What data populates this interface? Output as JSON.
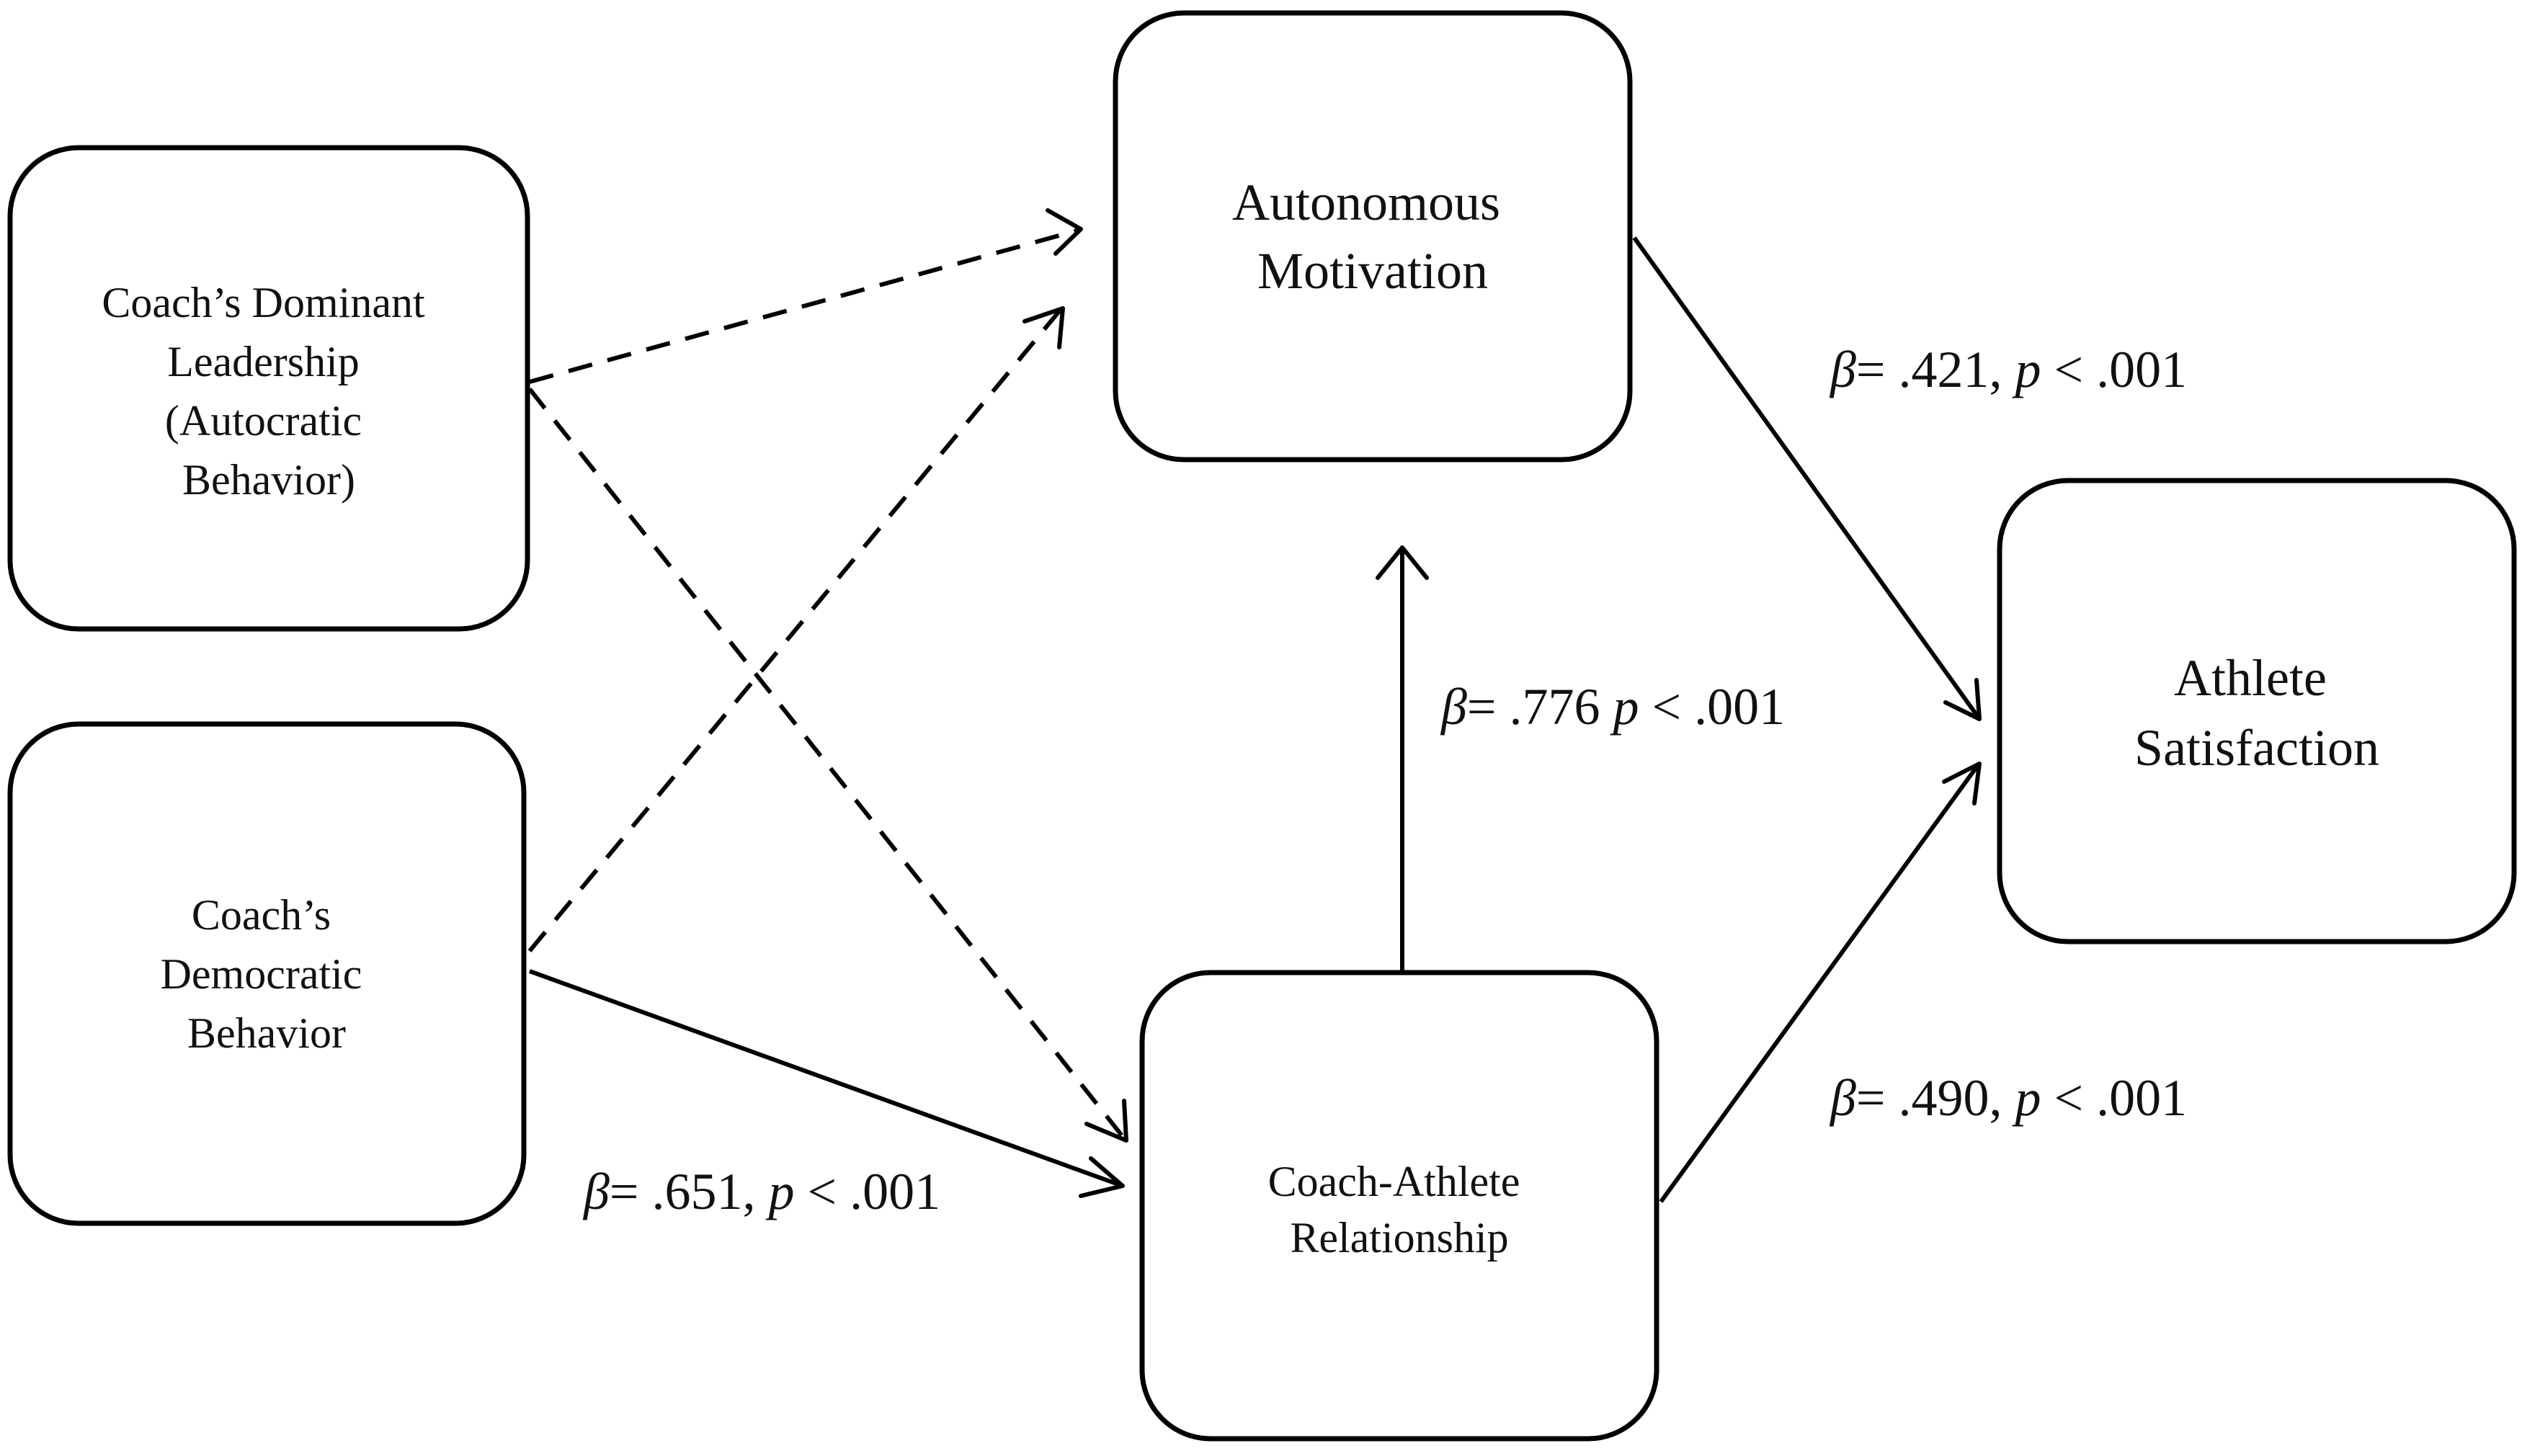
{
  "nodes": {
    "dominant": {
      "lines": [
        "Coach’s Dominant",
        "Leadership",
        "(Autocratic",
        "Behavior)"
      ]
    },
    "democratic": {
      "lines": [
        "Coach’s",
        "Democratic",
        "Behavior"
      ]
    },
    "autonomous": {
      "lines": [
        "Autonomous",
        "Motivation"
      ]
    },
    "relationship": {
      "lines": [
        "Coach-Athlete",
        "Relationship"
      ]
    },
    "satisfaction": {
      "lines": [
        "Athlete",
        "Satisfaction"
      ]
    }
  },
  "paths": {
    "democratic_to_relationship": {
      "beta": "β",
      "mid": "= .651, ",
      "p": "p",
      "tail": " < .001",
      "style": "solid"
    },
    "relationship_to_autonomous": {
      "beta": "β",
      "mid": "= .776 ",
      "p": "p",
      "tail": " < .001",
      "style": "solid"
    },
    "autonomous_to_satisfaction": {
      "beta": "β",
      "mid": "= .421, ",
      "p": "p",
      "tail": " < .001",
      "style": "solid"
    },
    "relationship_to_satisfaction": {
      "beta": "β",
      "mid": "= .490, ",
      "p": "p",
      "tail": " < .001",
      "style": "solid"
    },
    "dominant_to_autonomous": {
      "style": "dashed"
    },
    "dominant_to_relationship": {
      "style": "dashed"
    },
    "democratic_to_autonomous": {
      "style": "dashed"
    }
  }
}
